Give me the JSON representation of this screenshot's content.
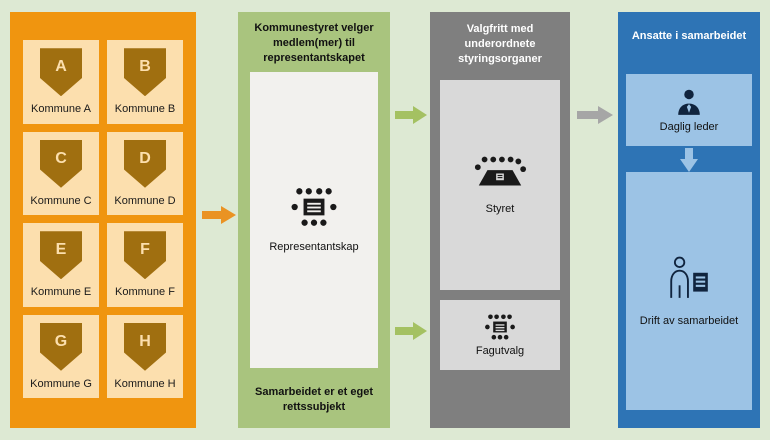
{
  "diagram": {
    "municipalities": {
      "cells": [
        {
          "letter": "A",
          "label": "Kommune A"
        },
        {
          "letter": "B",
          "label": "Kommune B"
        },
        {
          "letter": "C",
          "label": "Kommune C"
        },
        {
          "letter": "D",
          "label": "Kommune D"
        },
        {
          "letter": "E",
          "label": "Kommune E"
        },
        {
          "letter": "F",
          "label": "Kommune F"
        },
        {
          "letter": "G",
          "label": "Kommune G"
        },
        {
          "letter": "H",
          "label": "Kommune H"
        }
      ]
    },
    "representantskap_panel": {
      "title": "Kommunestyret velger medlem(mer) til representantskapet",
      "box_label": "Representantskap",
      "footer": "Samarbeidet er et eget rettssubjekt"
    },
    "styringsorgan_panel": {
      "title": "Valgfritt med underordnete styringsorganer",
      "styret_label": "Styret",
      "fagutvalg_label": "Fagutvalg"
    },
    "ansatte_panel": {
      "title": "Ansatte i samarbeidet",
      "daglig_leder_label": "Daglig leder",
      "drift_label": "Drift av samarbeidet"
    },
    "colors": {
      "background": "#dde9d3",
      "orange_panel": "#f0950f",
      "orange_cell": "#fcdfae",
      "shield": "#a06f10",
      "green_panel": "#a9c47e",
      "inner_box_white": "#f2f1ee",
      "gray_panel": "#7f7f7f",
      "gray_box": "#d9d9d9",
      "blue_panel": "#2e74b5",
      "blue_box": "#9cc3e5",
      "arrow_orange": "#ea9323",
      "arrow_green": "#a4c162",
      "arrow_gray": "#a6a6a6",
      "arrow_blue": "#9cc3e5",
      "icon_dark": "#1a1a1a",
      "icon_navy": "#10243e"
    }
  }
}
